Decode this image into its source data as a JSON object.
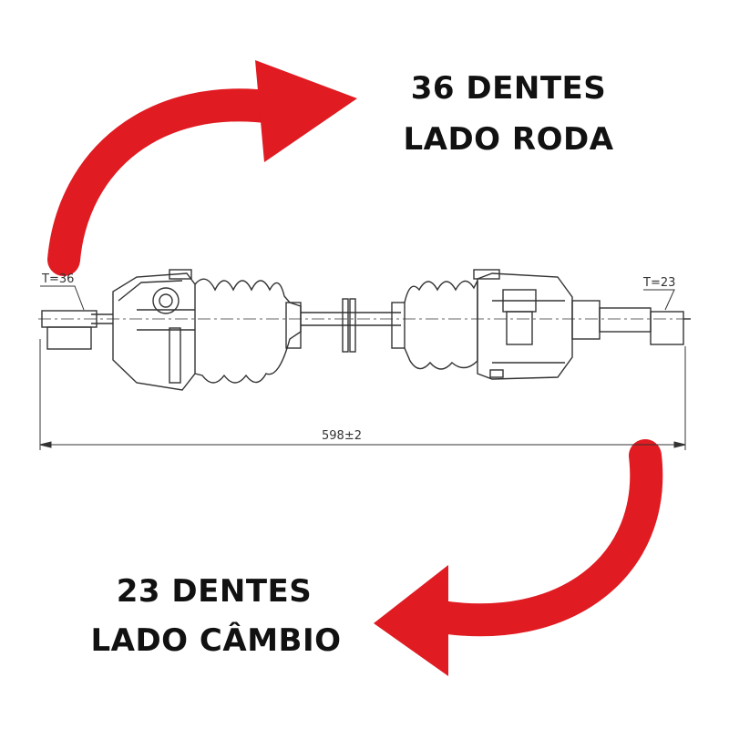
{
  "labels": {
    "wheel_side_teeth": "36 DENTES",
    "wheel_side": "LADO RODA",
    "gearbox_side_teeth": "23 DENTES",
    "gearbox_side": "LADO CÂMBIO"
  },
  "drawing": {
    "left_spline": "T=36",
    "right_spline": "T=23",
    "length_dimension": "598±2"
  },
  "colors": {
    "arrow": "#e01b22",
    "line": "#333333",
    "text": "#111111"
  }
}
